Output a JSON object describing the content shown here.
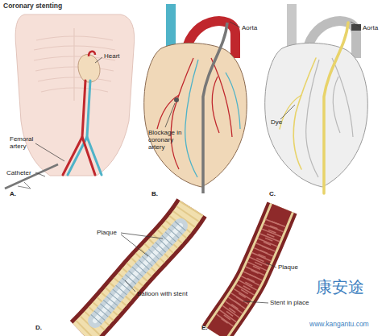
{
  "diagram": {
    "title": "Coronary stenting",
    "labels": [
      "Heart",
      "Femoral artery",
      "Catheter",
      "A.",
      "Aorta",
      "Blockage in coronary artery",
      "B.",
      "Aorta",
      "Dye",
      "C.",
      "Plaque",
      "Balloon with stent",
      "D.",
      "Plaque",
      "Stent in place",
      "E.",
      "康安途",
      "www.kangantu.com"
    ]
  }
}
